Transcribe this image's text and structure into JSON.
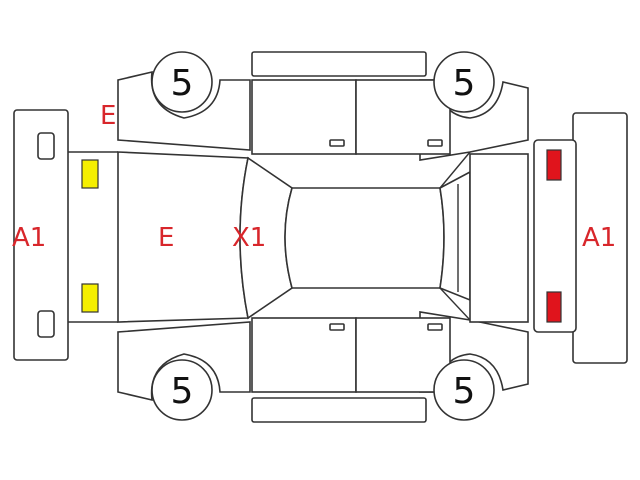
{
  "diagram": {
    "labels": {
      "front_bumper": "A1",
      "rear_bumper": "A1",
      "hood": "E",
      "fender": "E",
      "windshield": "X1"
    },
    "tires": {
      "front_left": "5",
      "front_right": "5",
      "rear_left": "5",
      "rear_right": "5"
    },
    "colors": {
      "label": "#d8262b",
      "front_lamp": "#f5ef00",
      "rear_lamp": "#e0141c",
      "outline": "#333333"
    }
  }
}
